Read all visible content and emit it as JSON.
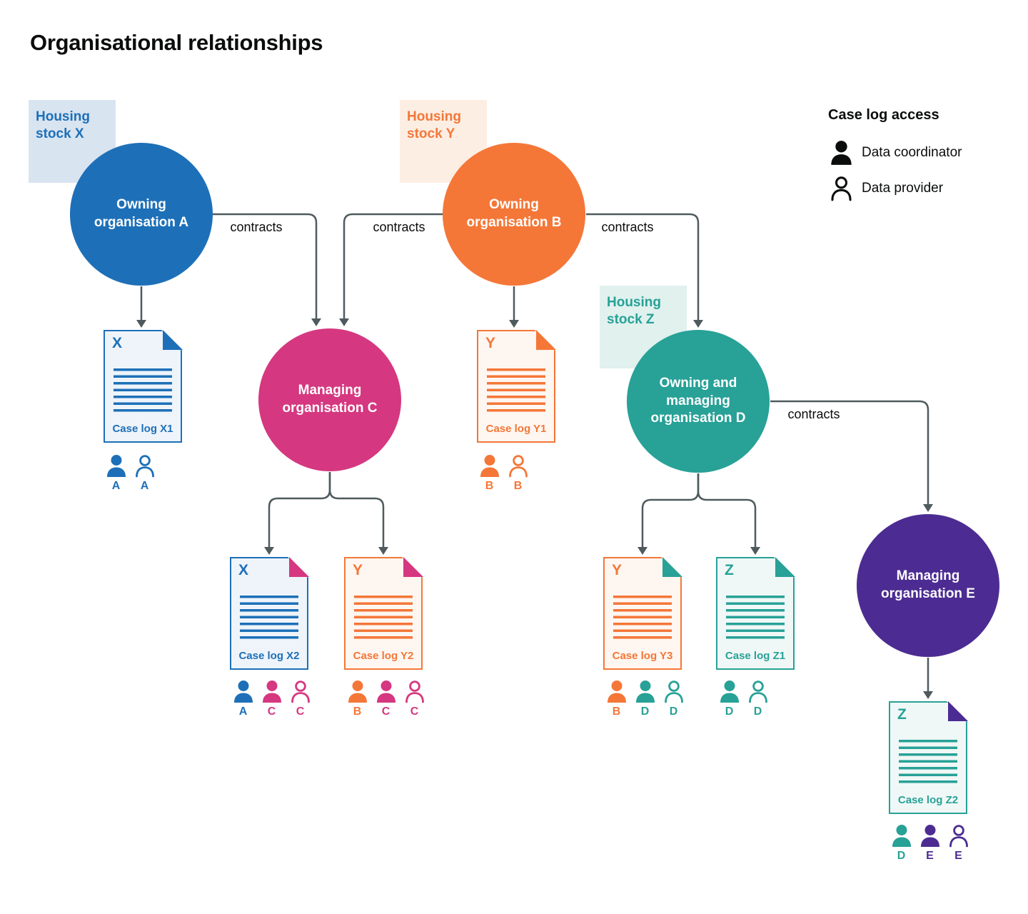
{
  "title": "Organisational relationships",
  "legend": {
    "title": "Case log access",
    "items": [
      {
        "icon": "person-filled-icon",
        "label": "Data coordinator"
      },
      {
        "icon": "person-outline-icon",
        "label": "Data provider"
      }
    ]
  },
  "housing_stocks": [
    {
      "label": "Housing stock X"
    },
    {
      "label": "Housing stock Y"
    },
    {
      "label": "Housing stock Z"
    }
  ],
  "organisations": [
    {
      "id": "A",
      "label": "Owning organisation A",
      "color": "#1d70b8"
    },
    {
      "id": "B",
      "label": "Owning organisation B",
      "color": "#f47738"
    },
    {
      "id": "C",
      "label": "Managing organisation C",
      "color": "#d53880"
    },
    {
      "id": "D",
      "label": "Owning and managing organisation D",
      "color": "#28a197"
    },
    {
      "id": "E",
      "label": "Managing organisation E",
      "color": "#4c2c92"
    }
  ],
  "contract_labels": [
    "contracts",
    "contracts",
    "contracts",
    "contracts"
  ],
  "case_logs": [
    {
      "letter": "X",
      "label": "Case log X1",
      "access": [
        {
          "role": "data-coordinator",
          "letter": "A"
        },
        {
          "role": "data-provider",
          "letter": "A"
        }
      ]
    },
    {
      "letter": "Y",
      "label": "Case log Y1",
      "access": [
        {
          "role": "data-coordinator",
          "letter": "B"
        },
        {
          "role": "data-provider",
          "letter": "B"
        }
      ]
    },
    {
      "letter": "X",
      "label": "Case log X2",
      "access": [
        {
          "role": "data-coordinator",
          "letter": "A"
        },
        {
          "role": "data-coordinator",
          "letter": "C"
        },
        {
          "role": "data-provider",
          "letter": "C"
        }
      ]
    },
    {
      "letter": "Y",
      "label": "Case log Y2",
      "access": [
        {
          "role": "data-coordinator",
          "letter": "B"
        },
        {
          "role": "data-coordinator",
          "letter": "C"
        },
        {
          "role": "data-provider",
          "letter": "C"
        }
      ]
    },
    {
      "letter": "Y",
      "label": "Case log Y3",
      "access": [
        {
          "role": "data-coordinator",
          "letter": "B"
        },
        {
          "role": "data-coordinator",
          "letter": "D"
        },
        {
          "role": "data-provider",
          "letter": "D"
        }
      ]
    },
    {
      "letter": "Z",
      "label": "Case log Z1",
      "access": [
        {
          "role": "data-coordinator",
          "letter": "D"
        },
        {
          "role": "data-provider",
          "letter": "D"
        }
      ]
    },
    {
      "letter": "Z",
      "label": "Case log Z2",
      "access": [
        {
          "role": "data-coordinator",
          "letter": "D"
        },
        {
          "role": "data-coordinator",
          "letter": "E"
        },
        {
          "role": "data-provider",
          "letter": "E"
        }
      ]
    }
  ],
  "colors": {
    "blue": "#1d70b8",
    "orange": "#f47738",
    "pink": "#d53880",
    "teal": "#28a197",
    "purple": "#4c2c92",
    "housing_stock_x_bg": "#d9e4f1",
    "housing_stock_y_bg": "#fdeee3",
    "housing_stock_z_bg": "#e0f1ee",
    "connector": "#4f5a5e",
    "text": "#0b0c0c"
  }
}
